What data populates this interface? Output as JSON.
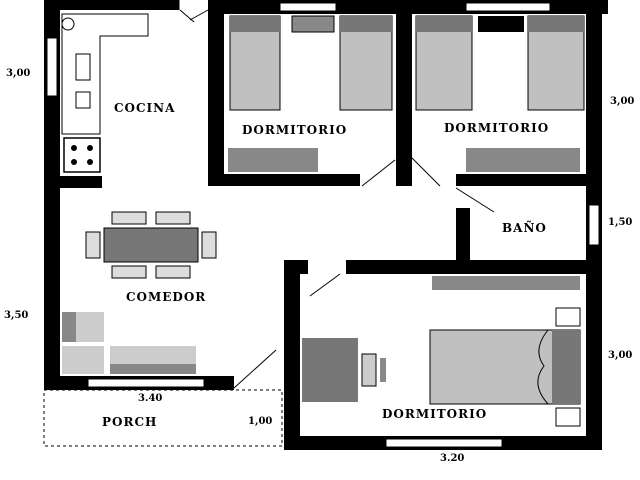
{
  "rooms": {
    "kitchen": "COCINA",
    "bedroom_1": "DORMITORIO",
    "bedroom_2": "DORMITORIO",
    "bathroom": "BAÑO",
    "dining": "COMEDOR",
    "porch": "PORCH",
    "bedroom_3": "DORMITORIO"
  },
  "dimensions": {
    "left_top": "3,00",
    "left_bottom": "3,50",
    "right_top": "3,00",
    "right_mid": "1,50",
    "right_bottom": "3,00",
    "porch_width": "3.40",
    "bedroom_width": "3.20",
    "porch_depth": "1,00"
  },
  "colors": {
    "wall": "#000000",
    "furniture_dark": "#777777",
    "furniture_mid": "#a0a0a0",
    "furniture_light": "#c8c8c8",
    "window": "#ffffff"
  }
}
